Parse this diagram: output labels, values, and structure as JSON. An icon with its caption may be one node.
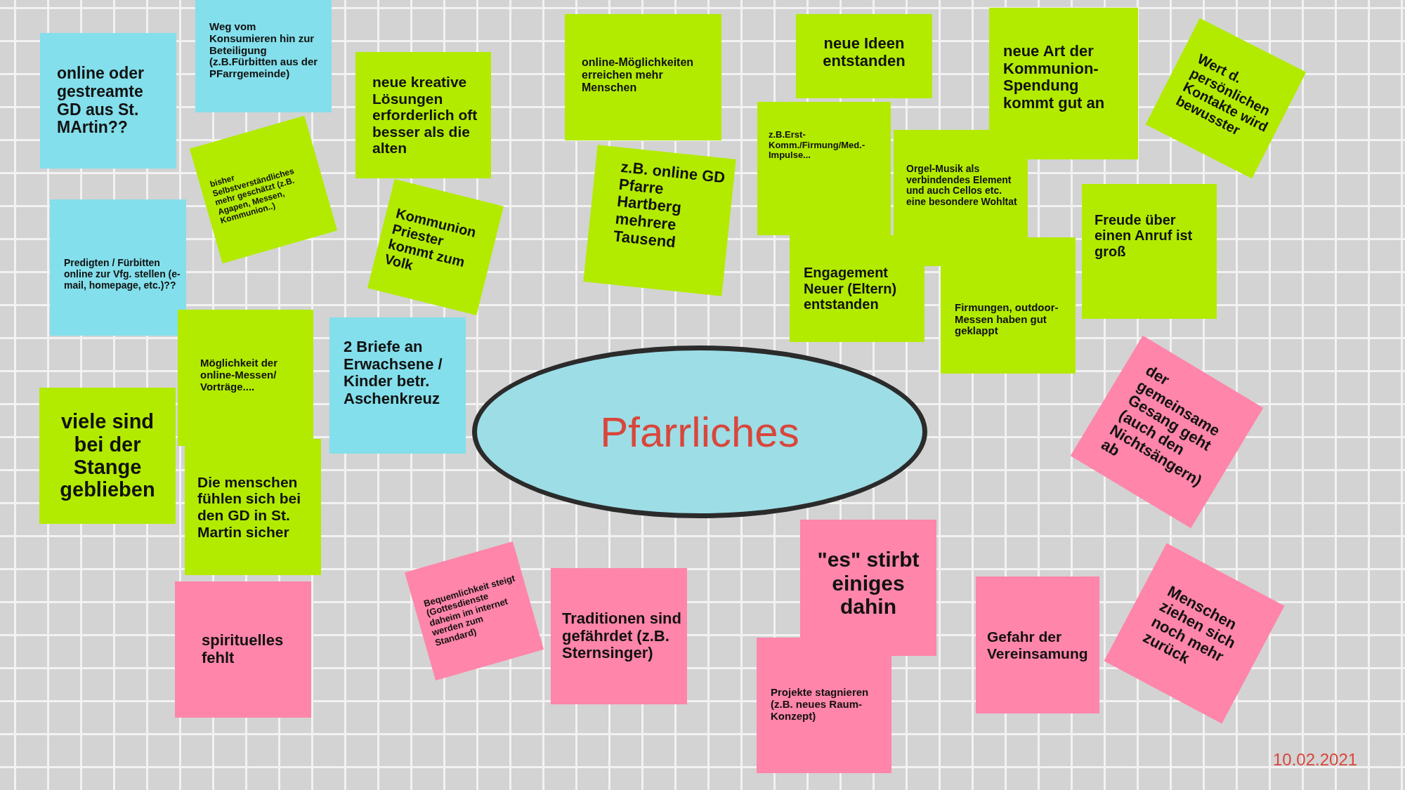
{
  "diagram": {
    "nodes": [
      {
        "text": [
          "Pfarrliches"
        ]
      },
      {
        "text": [
          "online oder gestreamte GD aus St. MArtin??"
        ]
      },
      {
        "text": [
          "Weg vom Konsumieren hin zur Beteiligung (z.B.Fürbitten aus der PFarrgemeinde)"
        ]
      },
      {
        "text": [
          "bisher Selbstverständliches mehr geschätzt (z.B. Agapen, Messen, Kommunion..)"
        ]
      },
      {
        "text": [
          "neue kreative Lösungen erforderlich oft besser als die alten"
        ]
      },
      {
        "text": [
          "Kommunion Priester kommt zum Volk"
        ]
      },
      {
        "text": [
          "online-Möglichkeiten erreichen mehr Menschen"
        ]
      },
      {
        "text": [
          "z.B. online GD Pfarre Hartberg mehrere Tausend"
        ]
      },
      {
        "text": [
          "neue Ideen entstanden"
        ]
      },
      {
        "text": [
          "z.B.Erst-Komm./Firmung/Med.-Impulse..."
        ]
      },
      {
        "text": [
          "Orgel-Musik als verbindendes Element und auch Cellos etc. eine besondere Wohltat"
        ]
      },
      {
        "text": [
          "neue Art der Kommunion-Spendung kommt gut an"
        ]
      },
      {
        "text": [
          "Wert d. persönlichen Kontakte wird bewusster"
        ]
      },
      {
        "text": [
          "Freude über einen Anruf ist groß"
        ]
      },
      {
        "text": [
          "Predigten / Fürbitten online zur Vfg. stellen (e-mail, homepage, etc.)??"
        ]
      },
      {
        "text": [
          "2 Briefe an Erwachsene / Kinder betr. Aschenkreuz"
        ]
      },
      {
        "text": [
          "Engagement Neuer (Eltern) entstanden"
        ]
      },
      {
        "text": [
          "Firmungen, outdoor-Messen haben gut geklappt"
        ]
      },
      {
        "text": [
          "Möglichkeit der online-Messen/ Vorträge...."
        ]
      },
      {
        "text": [
          "viele sind bei der Stange geblieben"
        ]
      },
      {
        "text": [
          "der gemeinsame Gesang geht (auch den Nichtsängern) ab"
        ]
      },
      {
        "text": [
          "Die menschen fühlen sich bei den GD in St. Martin sicher"
        ]
      },
      {
        "text": [
          "Bequemlichkeit steigt (Gottesdienste daheim im internet werden zum Standard)"
        ]
      },
      {
        "text": [
          "Traditionen sind gefährdet (z.B. Sternsinger)"
        ]
      },
      {
        "text": [
          "\"es\" stirbt einiges dahin"
        ]
      },
      {
        "text": [
          "Gefahr der Vereinsamung"
        ]
      },
      {
        "text": [
          "Menschen ziehen sich noch mehr zurück"
        ]
      },
      {
        "text": [
          "spirituelles fehlt"
        ]
      },
      {
        "text": [
          "Projekte stagnieren (z.B. neues Raum-Konzept)"
        ]
      }
    ],
    "labels": [
      "10.02.2021"
    ]
  }
}
